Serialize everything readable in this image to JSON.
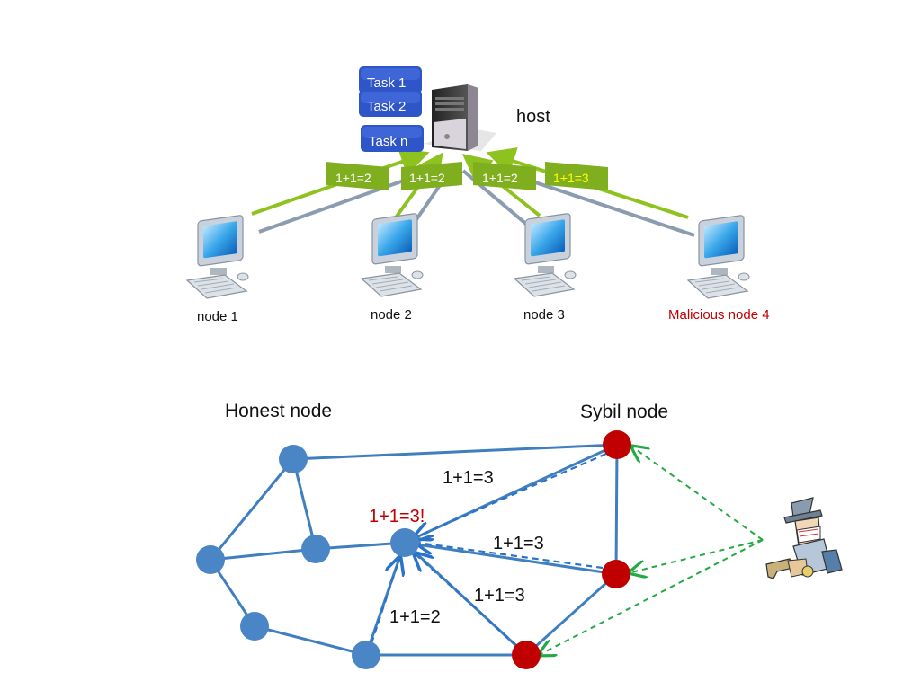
{
  "top": {
    "host_label": "host",
    "tasks": [
      "Task 1",
      "Task 2",
      "Task n"
    ],
    "results": [
      "1+1=2",
      "1+1=2",
      "1+1=2",
      "1+1=3"
    ],
    "nodes": [
      "node 1",
      "node 2",
      "node 3",
      "Malicious node 4"
    ]
  },
  "bottom": {
    "honest_label": "Honest node",
    "sybil_label": "Sybil node",
    "target_result": "1+1=3!",
    "edge_labels": [
      "1+1=3",
      "1+1=3",
      "1+1=3",
      "1+1=2"
    ]
  },
  "colors": {
    "task_blue": "#2f56c8",
    "result_green": "#7fae1f",
    "link_green": "#8ec21f",
    "link_gray": "#8c9cb0",
    "honest_blue": "#4a86c5",
    "sybil_red": "#c00000",
    "malicious_text": "#c00000",
    "attacker_arrow": "#22aa44"
  },
  "icons": [
    "server-icon",
    "computer-icon",
    "attacker-icon"
  ]
}
